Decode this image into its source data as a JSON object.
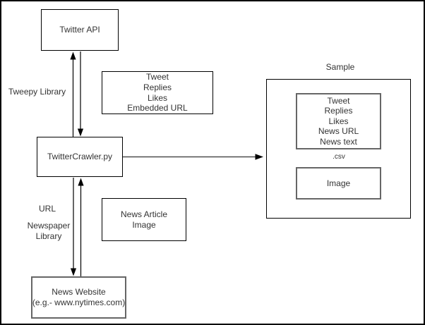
{
  "nodes": {
    "twitter_api": "Twitter API",
    "tweet_attributes": [
      "Tweet",
      "Replies",
      "Likes",
      "Embedded URL"
    ],
    "twitter_crawler": "TwitterCrawler.py",
    "news_article": [
      "News Article",
      "Image"
    ],
    "news_website": [
      "News Website",
      "(e.g.- www.nytimes.com)"
    ],
    "sample_title": "Sample",
    "sample_fields": [
      "Tweet",
      "Replies",
      "Likes",
      "News URL",
      "News text"
    ],
    "csv_label": ".csv",
    "image_label": "Image"
  },
  "edge_labels": {
    "tweepy": "Tweepy Library",
    "url": "URL",
    "newspaper_line1": "Newspaper",
    "newspaper_line2": "Library"
  },
  "edges": [
    {
      "from": "TwitterCrawler.py",
      "to": "Twitter API",
      "direction": "both",
      "label": "Tweepy Library"
    },
    {
      "from": "TwitterCrawler.py",
      "to": "News Website",
      "direction": "both",
      "label": "URL, Newspaper Library"
    },
    {
      "from": "TwitterCrawler.py",
      "to": "Sample",
      "direction": "one-way"
    }
  ],
  "colors": {
    "background": "#ffffff",
    "line": "#000000",
    "gray": "#666666",
    "text": "#333333"
  }
}
